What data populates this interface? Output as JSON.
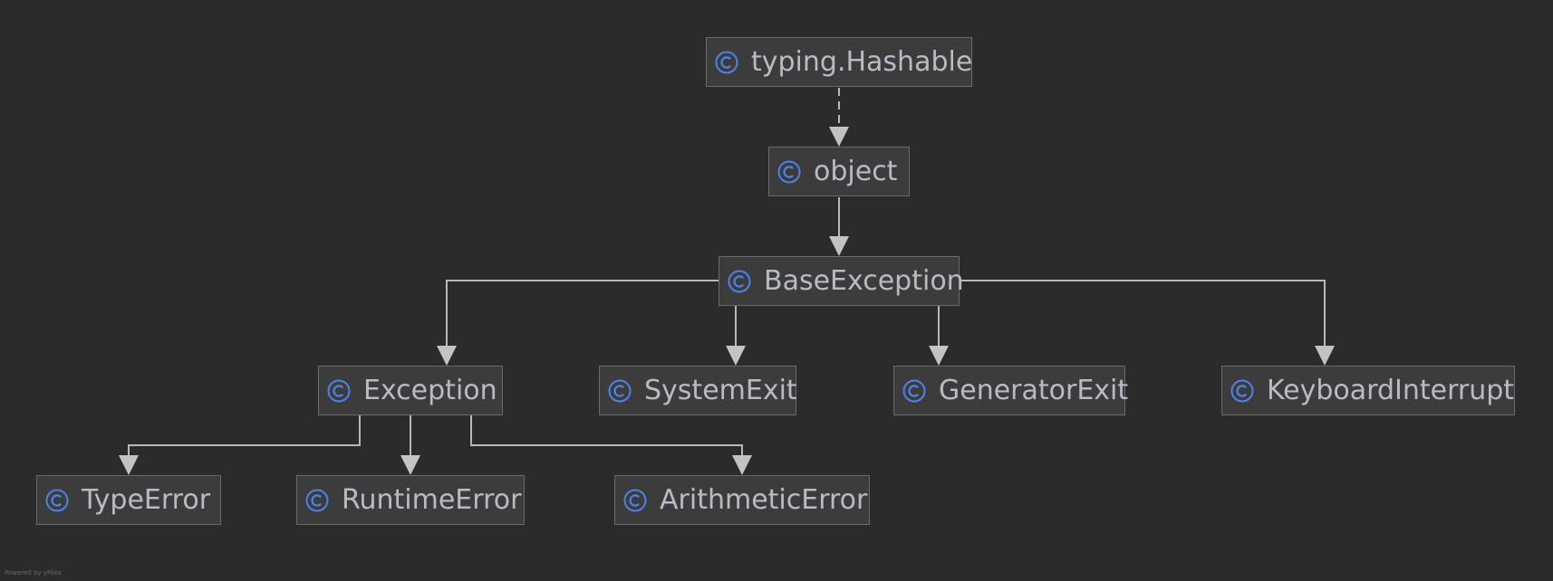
{
  "diagram": {
    "classes": [
      {
        "id": "typing-hashable",
        "label": "typing.Hashable",
        "icon": "class-icon"
      },
      {
        "id": "object",
        "label": "object",
        "icon": "class-icon"
      },
      {
        "id": "baseexception",
        "label": "BaseException",
        "icon": "class-icon"
      },
      {
        "id": "exception",
        "label": "Exception",
        "icon": "class-icon"
      },
      {
        "id": "systemexit",
        "label": "SystemExit",
        "icon": "class-icon"
      },
      {
        "id": "generatorexit",
        "label": "GeneratorExit",
        "icon": "class-icon"
      },
      {
        "id": "keyboardinterrupt",
        "label": "KeyboardInterrupt",
        "icon": "class-icon"
      },
      {
        "id": "typeerror",
        "label": "TypeError",
        "icon": "class-icon"
      },
      {
        "id": "runtimeerror",
        "label": "RuntimeError",
        "icon": "class-icon"
      },
      {
        "id": "arithmeticerror",
        "label": "ArithmeticError",
        "icon": "class-icon"
      }
    ],
    "relations": [
      {
        "from": "typing-hashable",
        "to": "object",
        "style": "dashed"
      },
      {
        "from": "object",
        "to": "baseexception",
        "style": "solid"
      },
      {
        "from": "baseexception",
        "to": "exception",
        "style": "solid"
      },
      {
        "from": "baseexception",
        "to": "systemexit",
        "style": "solid"
      },
      {
        "from": "baseexception",
        "to": "generatorexit",
        "style": "solid"
      },
      {
        "from": "baseexception",
        "to": "keyboardinterrupt",
        "style": "solid"
      },
      {
        "from": "exception",
        "to": "typeerror",
        "style": "solid"
      },
      {
        "from": "exception",
        "to": "runtimeerror",
        "style": "solid"
      },
      {
        "from": "exception",
        "to": "arithmeticerror",
        "style": "solid"
      }
    ],
    "credit": "Powered by yFiles"
  },
  "colors": {
    "background": "#2b2b2b",
    "node_fill": "#3c3c3c",
    "node_border": "#6a6a6a",
    "label_text": "#b7bcc4",
    "class_icon": "#4d83e6",
    "edge": "#b8b8b8"
  }
}
